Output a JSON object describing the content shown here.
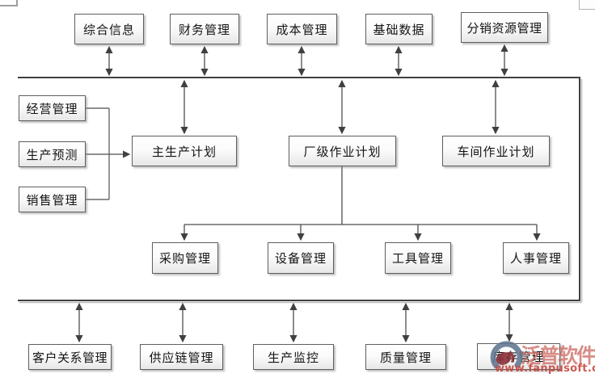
{
  "diagram": {
    "top_row": [
      {
        "label": "综合信息"
      },
      {
        "label": "财务管理"
      },
      {
        "label": "成本管理"
      },
      {
        "label": "基础数据"
      },
      {
        "label": "分销资源管理"
      }
    ],
    "input_column": [
      {
        "label": "经营管理"
      },
      {
        "label": "生产预测"
      },
      {
        "label": "销售管理"
      }
    ],
    "plan_row": [
      {
        "label": "主生产计划"
      },
      {
        "label": "厂级作业计划"
      },
      {
        "label": "车间作业计划"
      }
    ],
    "resource_row": [
      {
        "label": "采购管理"
      },
      {
        "label": "设备管理"
      },
      {
        "label": "工具管理"
      },
      {
        "label": "人事管理"
      }
    ],
    "bottom_row": [
      {
        "label": "客户关系管理"
      },
      {
        "label": "供应链管理"
      },
      {
        "label": "生产监控"
      },
      {
        "label": "质量管理"
      },
      {
        "label": "库存管理"
      }
    ]
  },
  "watermark": {
    "brand": "泛普软件",
    "url": "www.fanpusoft.com",
    "logo_icon": "fanpu-logo"
  },
  "colors": {
    "line": "#454545",
    "box_border": "#5f5f5f",
    "box_fill_bottom": "#e7e7e7",
    "watermark_brand": "#cd6b64",
    "watermark_url": "#c6443a"
  }
}
